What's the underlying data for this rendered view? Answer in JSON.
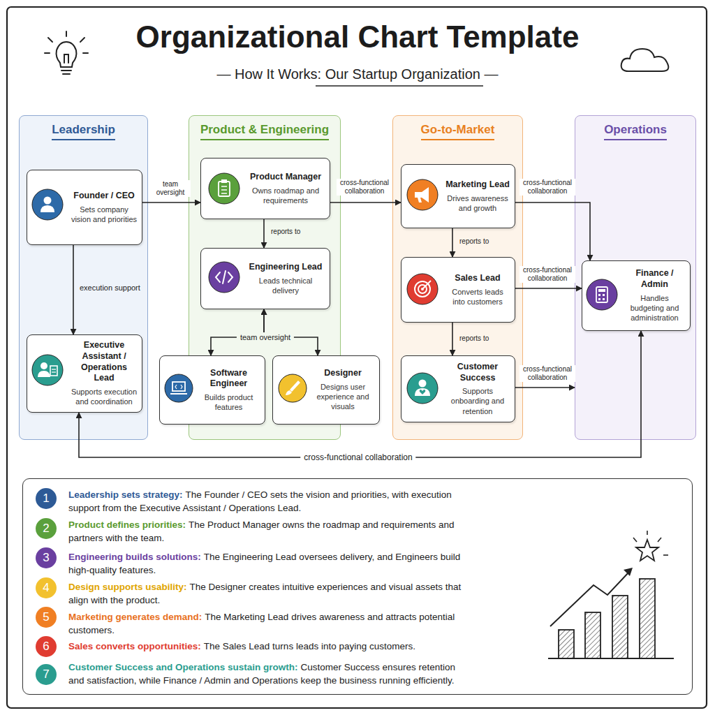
{
  "diagram": {
    "title": "Organizational Chart Template",
    "nodes": [
      {
        "text": [
          "Leadership"
        ]
      },
      {
        "text": [
          "Founder / CEO",
          "Sets company vision and priorities"
        ],
        "in": 0
      },
      {
        "text": [
          "Executive Assistant / Operations Lead",
          "Supports execution and coordination"
        ],
        "in": 0
      },
      {
        "text": [
          "Product & Engineering"
        ]
      },
      {
        "text": [
          "Product Manager",
          "Owns roadmap and requirements"
        ],
        "in": 3
      },
      {
        "text": [
          "Engineering Lead",
          "Leads technical delivery"
        ],
        "in": 3
      },
      {
        "text": [
          "Software Engineer",
          "Builds product features"
        ],
        "in": 3
      },
      {
        "text": [
          "Designer",
          "Designs user experience and visuals"
        ],
        "in": 3
      },
      {
        "text": [
          "Go-to-Market"
        ]
      },
      {
        "text": [
          "Marketing Lead",
          "Drives awareness and growth"
        ],
        "in": 8
      },
      {
        "text": [
          "Sales Lead",
          "Converts leads into customers"
        ],
        "in": 8
      },
      {
        "text": [
          "Customer Success",
          "Supports onboarding and retention"
        ],
        "in": 8
      },
      {
        "text": [
          "Operations"
        ]
      },
      {
        "text": [
          "Finance / Admin",
          "Handles budgeting and administration"
        ],
        "in": 12
      },
      {
        "text": [
          "Leadership sets strategy:",
          "The Founder / CEO sets the vision and priorities, with execution support from the Executive Assistant / Operations Lead.",
          "Product defines priorities:",
          "The Product Manager owns the roadmap and requirements and partners with the team.",
          "Engineering builds solutions:",
          "The Engineering Lead oversees delivery, and Engineers build high-quality features.",
          "Design supports usability:",
          "The Designer creates intuitive experiences and visual assets that align with the product.",
          "Marketing generates demand:",
          "The Marketing Lead drives awareness and attracts potential customers.",
          "Sales converts opportunities:",
          "The Sales Lead turns leads into paying customers.",
          "Customer Success and Operations sustain growth:",
          "Customer Success ensures retention and satisfaction, while Finance / Admin and Operations keep the business running efficiently."
        ]
      },
      {
        "text": [
          "1"
        ],
        "in": 14
      },
      {
        "text": [
          "2"
        ],
        "in": 14
      },
      {
        "text": [
          "3"
        ],
        "in": 14
      },
      {
        "text": [
          "4"
        ],
        "in": 14
      },
      {
        "text": [
          "5"
        ],
        "in": 14
      },
      {
        "text": [
          "6"
        ],
        "in": 14
      },
      {
        "text": [
          "7"
        ],
        "in": 14
      }
    ],
    "edges": [
      {
        "from": 1,
        "to": 4,
        "label": "team oversight",
        "arrow": "to"
      },
      {
        "from": 1,
        "to": 2,
        "label": "execution support",
        "arrow": "to"
      },
      {
        "from": 4,
        "to": 5,
        "label": "reports to",
        "arrow": "to"
      },
      {
        "from": 5,
        "to": 6,
        "label": "team oversight",
        "arrow": "both"
      },
      {
        "from": 5,
        "to": 7,
        "arrow": "both"
      },
      {
        "from": 4,
        "to": 9,
        "label": "cross-functional collaboration",
        "arrow": "to"
      },
      {
        "from": 9,
        "to": 10,
        "label": "reports to",
        "arrow": "to"
      },
      {
        "from": 10,
        "to": 11,
        "label": "reports to",
        "arrow": "to"
      },
      {
        "from": 9,
        "to": 13,
        "label": "cross-functional collaboration",
        "arrow": "to"
      },
      {
        "from": 10,
        "to": 13,
        "label": "cross-functional collaboration",
        "arrow": "to"
      },
      {
        "from": 11,
        "to": 12,
        "label": "cross-functional collaboration",
        "arrow": "to"
      },
      {
        "from": 2,
        "to": 13,
        "label": "cross-functional collaboration",
        "arrow": "both"
      }
    ],
    "labels": [
      "— How It Works: Our Startup Organization —"
    ]
  }
}
